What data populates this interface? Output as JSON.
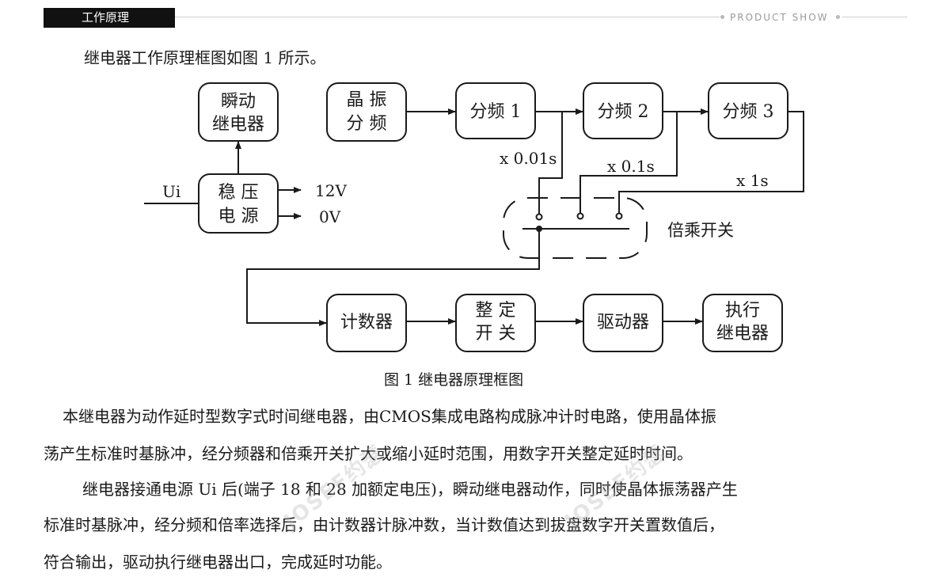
{
  "header": {
    "section_title": "工作原理",
    "right_label": "PRODUCT SHOW"
  },
  "intro_text": "继电器工作原理框图如图 1 所示。",
  "diagram": {
    "blocks": {
      "instant_relay": [
        "瞬动",
        "继电器"
      ],
      "regulator": [
        "稳 压",
        "电 源"
      ],
      "oscillator": [
        "晶 振",
        "分 频"
      ],
      "divider1": "分频 1",
      "divider2": "分频 2",
      "divider3": "分频 3",
      "counter": "计数器",
      "setting_switch": [
        "整 定",
        "开 关"
      ],
      "driver": "驱动器",
      "exec_relay": [
        "执行",
        "继电器"
      ]
    },
    "labels": {
      "input": "Ui",
      "out_12v": "12V",
      "out_0v": "0V",
      "tap1": "x 0.01s",
      "tap2": "x 0.1s",
      "tap3": "x 1s",
      "multiplier_switch": "倍乘开关"
    }
  },
  "caption": "图 1  继电器原理框图",
  "paragraphs": [
    "本继电器为动作延时型数字式时间继电器，由CMOS集成电路构成脉冲计时电路，使用晶体振",
    "荡产生标准时基脉冲，经分频器和倍乘开关扩大或缩小延时范围，用数字开关整定延时时间。",
    "继电器接通电源 Ui 后(端子 18 和 28 加额定电压)，瞬动继电器动作，同时使晶体振荡器产生",
    "标准时基脉冲，经分频和倍率选择后，由计数器计脉冲数，当计数值达到拔盘数字开关置数值后，",
    "符合输出，驱动执行继电器出口，完成延时功能。"
  ],
  "watermark": "JOSEF约瑟"
}
